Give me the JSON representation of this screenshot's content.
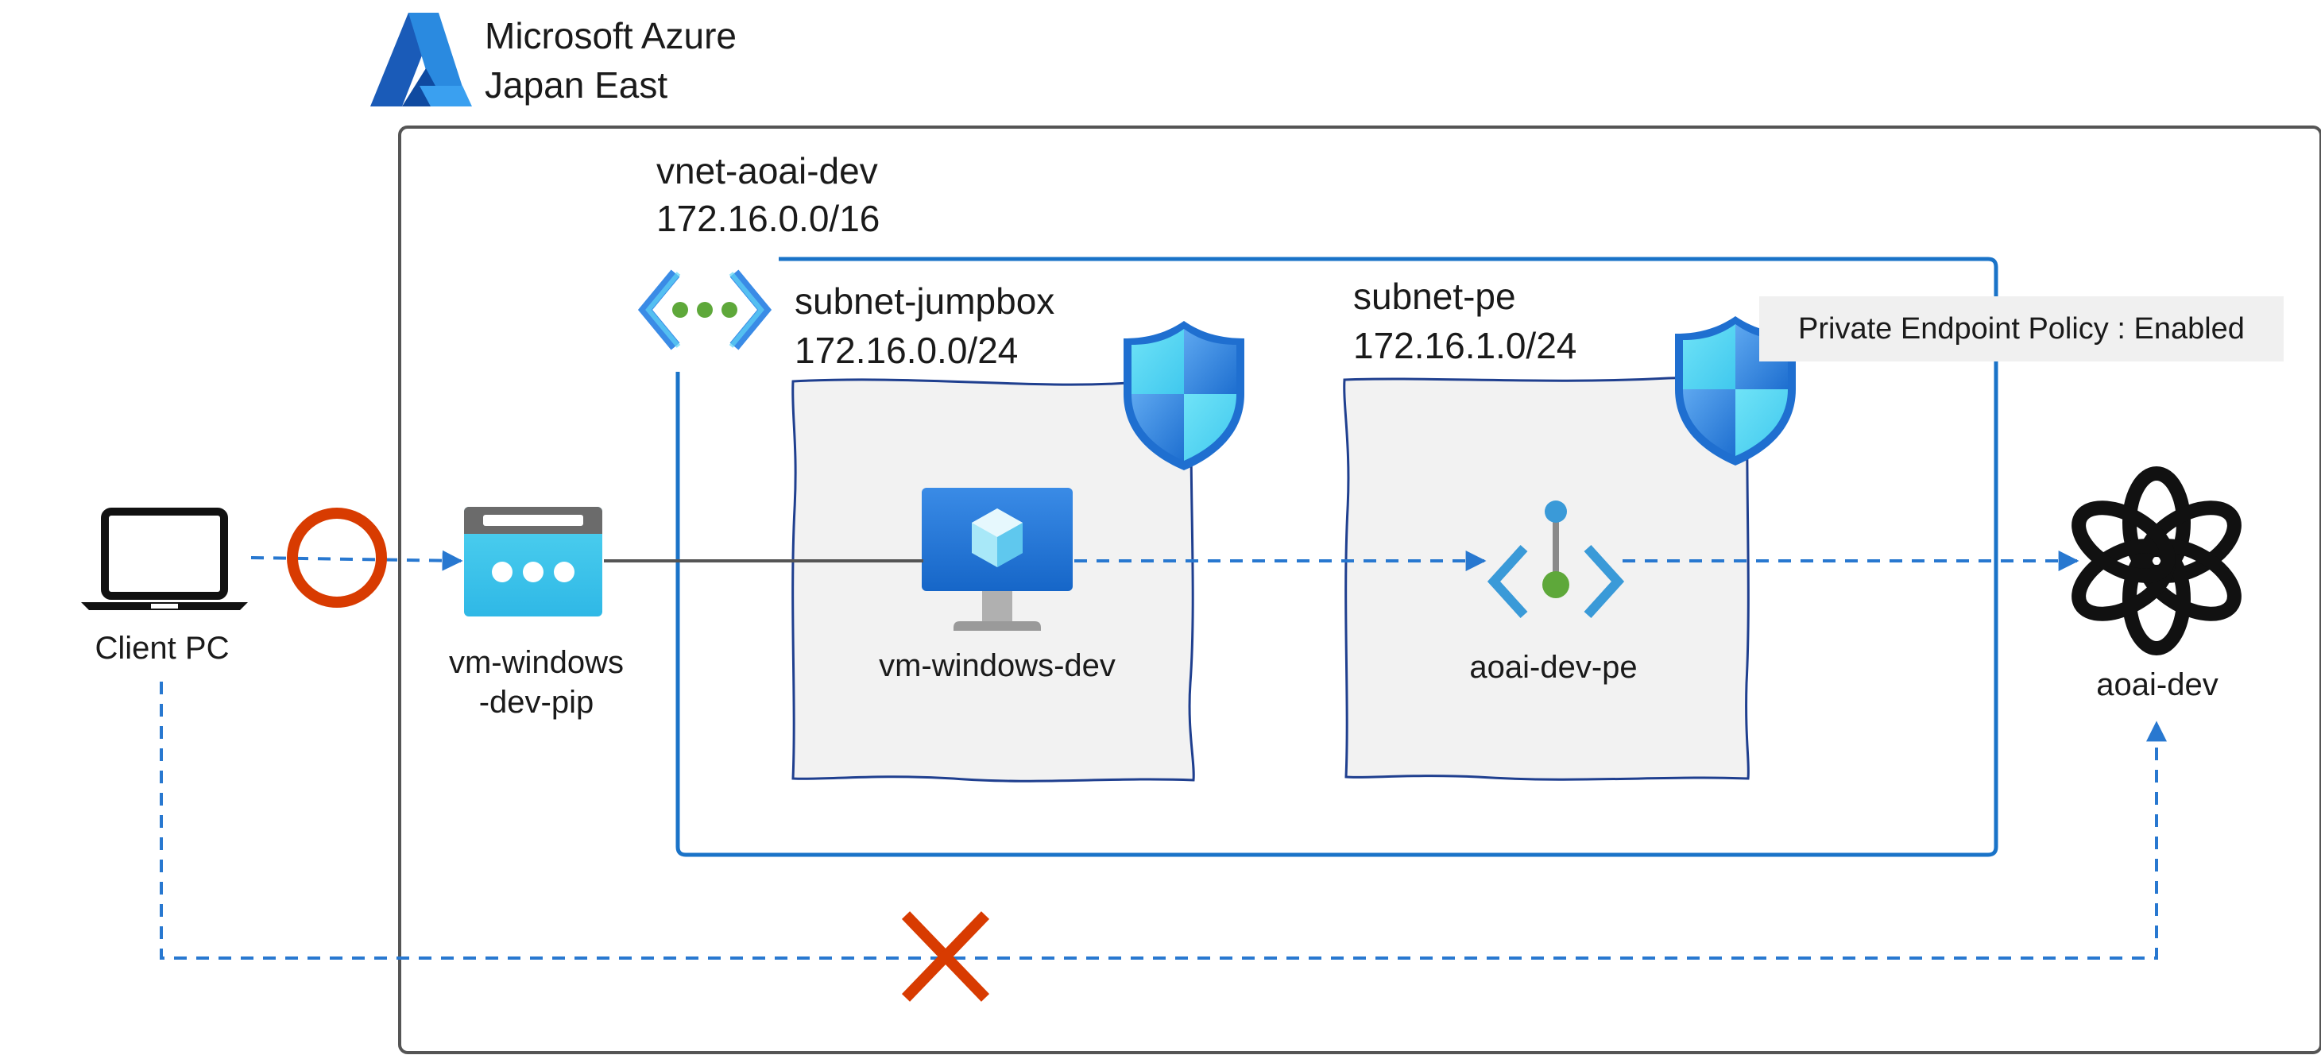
{
  "azure": {
    "line1": "Microsoft Azure",
    "line2": "Japan East"
  },
  "vnet": {
    "name": "vnet-aoai-dev",
    "cidr": "172.16.0.0/16"
  },
  "subnet_jumpbox": {
    "name": "subnet-jumpbox",
    "cidr": "172.16.0.0/24"
  },
  "subnet_pe": {
    "name": "subnet-pe",
    "cidr": "172.16.1.0/24"
  },
  "policy_label": "Private Endpoint Policy : Enabled",
  "nodes": {
    "client": "Client PC",
    "pip_line1": "vm-windows",
    "pip_line2": "-dev-pip",
    "vm": "vm-windows-dev",
    "pe": "aoai-dev-pe",
    "aoai": "aoai-dev"
  },
  "colors": {
    "border": "#555555",
    "vnet_blue": "#1a73c8",
    "arrow_blue": "#2878d0",
    "allowed_red": "#d83b01",
    "denied_red": "#d83b01",
    "subnet_fill": "#f2f2f2",
    "subnet_border": "#1f3f8f"
  }
}
